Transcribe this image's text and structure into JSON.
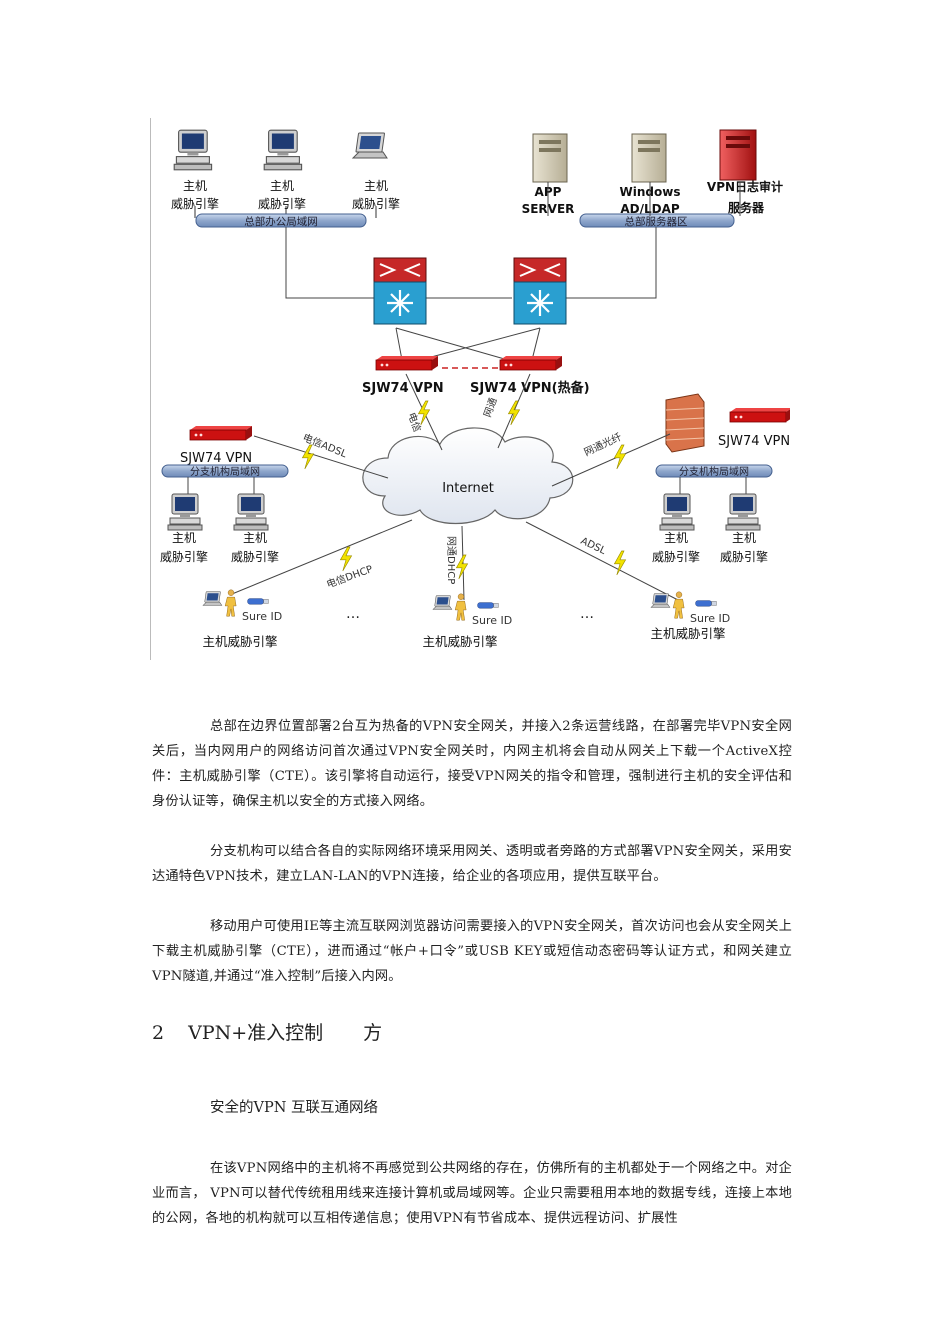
{
  "diagram": {
    "host_engine_label": [
      "主机",
      "威胁引擎"
    ],
    "hq_office_lan": "总部办公局域网",
    "hq_server_zone": "总部服务器区",
    "app_server": [
      "APP",
      "SERVER"
    ],
    "windows_ad": [
      "Windows",
      "AD/LDAP"
    ],
    "vpn_log_server": [
      "VPN日志审计",
      "服务器"
    ],
    "vpn_primary": "SJW74 VPN",
    "vpn_hot_standby": "SJW74 VPN(热备)",
    "link_telecom": "电信",
    "link_netcom": "网通",
    "internet": "Internet",
    "branch_vpn_left": "SJW74 VPN",
    "branch_vpn_right": "SJW74 VPN",
    "branch_lan": "分支机构局域网",
    "link_telecom_adsl": "电信ADSL",
    "link_netcom_fiber": "网通光纤",
    "link_telecom_dhcp": "电信DHCP",
    "link_netcom_dhcp": "网通DHCP",
    "link_adsl": "ADSL",
    "sure_id": "Sure ID",
    "ellipsis": "…",
    "mobile_host_engine": "主机威胁引擎"
  },
  "paragraphs": {
    "p1": "总部在边界位置部署2台互为热备的VPN安全网关，并接入2条运营线路，在部署完毕VPN安全网关后，当内网用户的网络访问首次通过VPN安全网关时，内网主机将会自动从网关上下载一个ActiveX控件：主机威胁引擎（CTE）。该引擎将自动运行，接受VPN网关的指令和管理，强制进行主机的安全评估和身份认证等，确保主机以安全的方式接入网络。",
    "p2": "分支机构可以结合各自的实际网络环境采用网关、透明或者旁路的方式部署VPN安全网关，采用安达通特色VPN技术，建立LAN-LAN的VPN连接，给企业的各项应用，提供互联平台。",
    "p3": "移动用户可使用IE等主流互联网浏览器访问需要接入的VPN安全网关，首次访问也会从安全网关上下载主机威胁引擎（CTE），进而通过“帐户+口令”或USB KEY或短信动态密码等认证方式，和网关建立VPN隧道,并通过“准入控制”后接入内网。",
    "p4": "在该VPN网络中的主机将不再感觉到公共网络的存在，仿佛所有的主机都处于一个网络之中。对企业而言， VPN可以替代传统租用线来连接计算机或局域网等。企业只需要租用本地的数据专线，连接上本地的公网，各地的机构就可以互相传递信息；使用VPN有节省成本、提供远程访问、扩展性"
  },
  "heading": {
    "number": "2",
    "text": "VPN+准入控制",
    "tail": "方"
  },
  "subheading": "安全的VPN  互联互通网络"
}
